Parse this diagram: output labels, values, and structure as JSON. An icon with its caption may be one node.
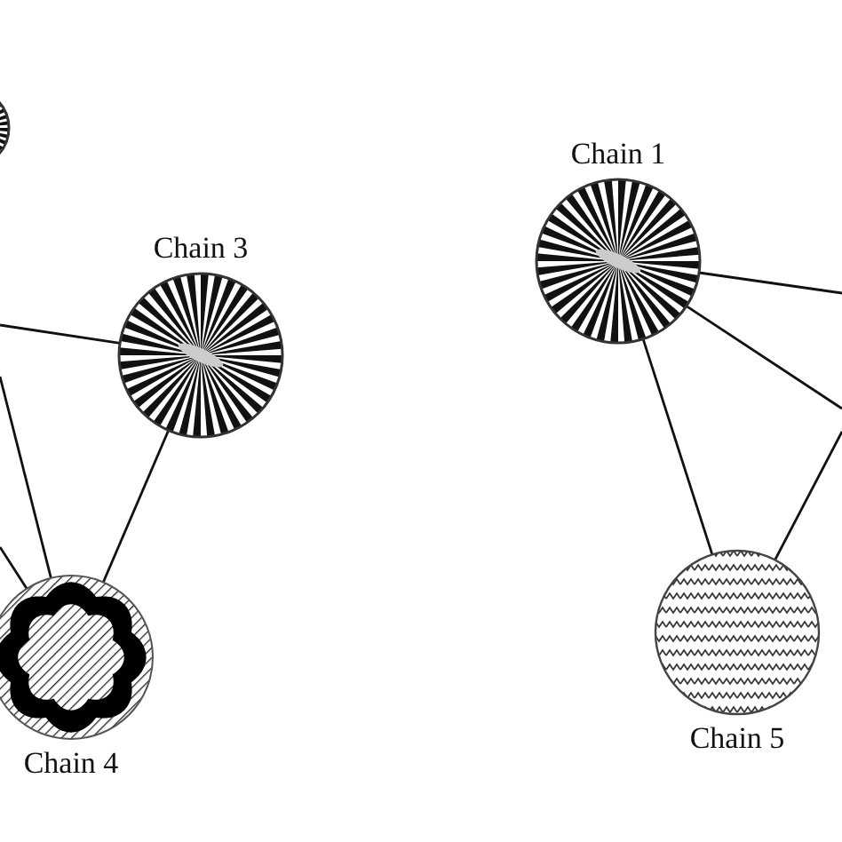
{
  "diagram": {
    "nodes": [
      {
        "text": [],
        "shape": "circle"
      },
      {
        "text": [
          "Chain 3"
        ]
      },
      {
        "text": [
          "Chain 4"
        ]
      },
      {
        "text": [
          "Chain 1"
        ]
      },
      {
        "text": [
          "Chain 5"
        ]
      }
    ],
    "edges": [
      {
        "from": null,
        "to": 1,
        "arrow": "none"
      },
      {
        "from": null,
        "to": 2,
        "arrow": "none"
      },
      {
        "from": null,
        "to": 2,
        "arrow": "none"
      },
      {
        "from": 1,
        "to": 2,
        "arrow": "none"
      },
      {
        "from": 3,
        "to": null,
        "arrow": "none"
      },
      {
        "from": 3,
        "to": null,
        "arrow": "none"
      },
      {
        "from": 3,
        "to": 4,
        "arrow": "none"
      },
      {
        "from": null,
        "to": 4,
        "arrow": "none"
      }
    ]
  }
}
